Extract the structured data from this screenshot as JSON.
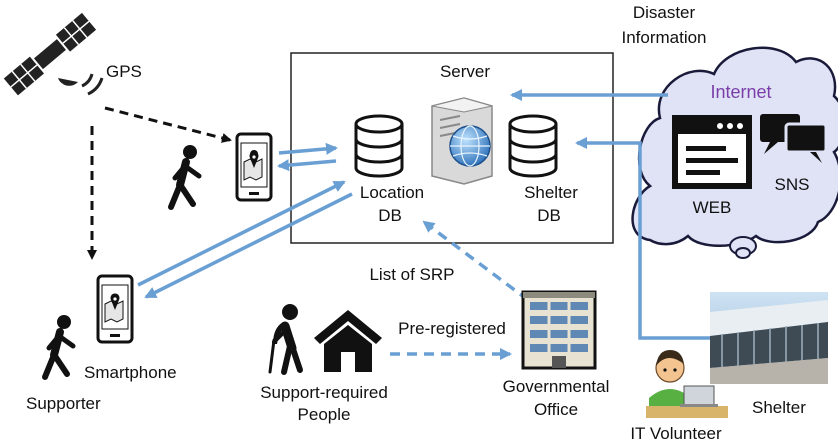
{
  "labels": {
    "gps": "GPS",
    "server": "Server",
    "location_db_1": "Location",
    "location_db_2": "DB",
    "shelter_db_1": "Shelter",
    "shelter_db_2": "DB",
    "disaster_1": "Disaster",
    "disaster_2": "Information",
    "internet": "Internet",
    "web": "WEB",
    "sns": "SNS",
    "list_of_srp": "List of SRP",
    "pre_registered": "Pre-registered",
    "smartphone": "Smartphone",
    "supporter": "Supporter",
    "srp_1": "Support-required",
    "srp_2": "People",
    "gov_1": "Governmental",
    "gov_2": "Office",
    "shelter": "Shelter",
    "it_volunteer": "IT Volunteer"
  },
  "colors": {
    "arrow_blue": "#6a9fd4",
    "internet_text": "#7a3ea8",
    "cloud_fill": "#dfe3f5",
    "cloud_stroke": "#1a1a3a"
  },
  "icons": [
    "satellite-icon",
    "walking-person-icon",
    "smartphone-map-icon",
    "database-icon",
    "server-globe-icon",
    "cloud-icon",
    "browser-window-icon",
    "chat-bubbles-icon",
    "elderly-person-icon",
    "house-icon",
    "office-building-icon",
    "shelter-photo",
    "volunteer-laptop-icon"
  ]
}
